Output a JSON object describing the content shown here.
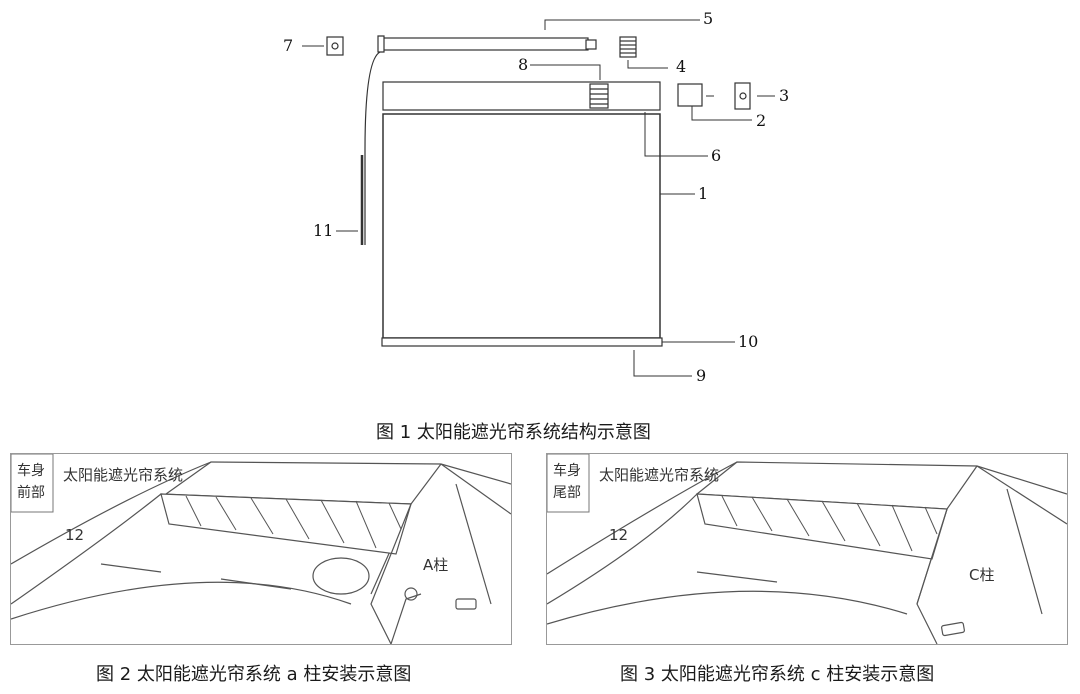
{
  "figure1": {
    "caption": "图 1 太阳能遮光帘系统结构示意图",
    "callouts": [
      "1",
      "2",
      "3",
      "4",
      "5",
      "6",
      "7",
      "8",
      "9",
      "10",
      "11"
    ]
  },
  "figure2": {
    "caption": "图 2 太阳能遮光帘系统 a 柱安装示意图",
    "corner_label_line1": "车身",
    "corner_label_line2": "前部",
    "system_label": "太阳能遮光帘系统",
    "part_label": "12",
    "pillar_label": "A柱"
  },
  "figure3": {
    "caption": "图 3 太阳能遮光帘系统 c 柱安装示意图",
    "corner_label_line1": "车身",
    "corner_label_line2": "尾部",
    "system_label": "太阳能遮光帘系统",
    "part_label": "12",
    "pillar_label": "C柱"
  }
}
